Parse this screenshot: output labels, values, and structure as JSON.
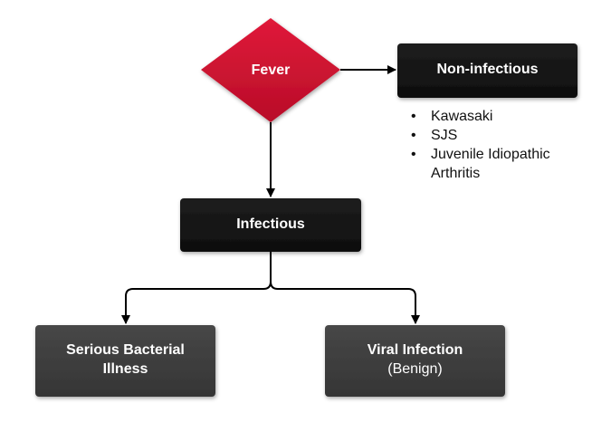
{
  "nodes": {
    "fever": {
      "label": "Fever",
      "color": "#c8102e"
    },
    "non_infectious": {
      "label": "Non-infectious",
      "color": "#141414"
    },
    "infectious": {
      "label": "Infectious",
      "color": "#141414"
    },
    "serious_bacterial": {
      "label_line1": "Serious Bacterial",
      "label_line2": "Illness",
      "color": "#3d3d3d"
    },
    "viral_infection": {
      "label": "Viral Infection",
      "sublabel": "(Benign)",
      "color": "#3d3d3d"
    }
  },
  "non_infectious_examples": [
    "Kawasaki",
    "SJS",
    "Juvenile Idiopathic Arthritis"
  ]
}
